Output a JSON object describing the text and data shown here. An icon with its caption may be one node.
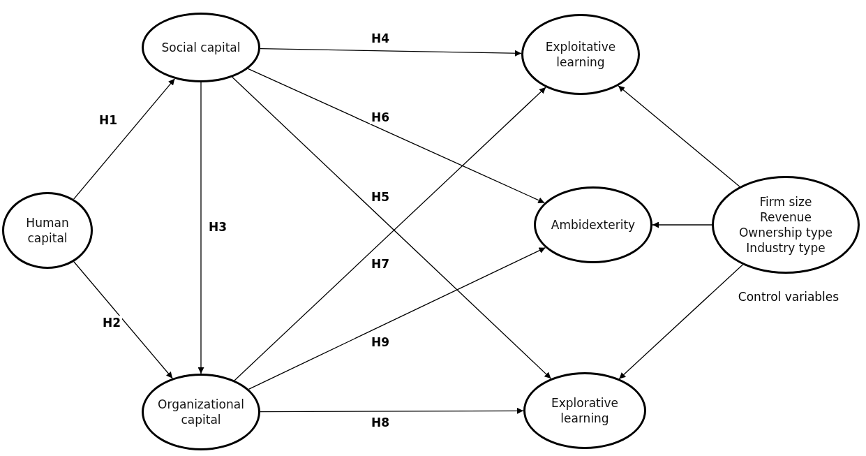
{
  "diagram": {
    "nodes": [
      {
        "text": [
          "Human capital"
        ]
      },
      {
        "text": [
          "Social capital"
        ]
      },
      {
        "text": [
          "Organizational capital"
        ]
      },
      {
        "text": [
          "Exploitative learning"
        ]
      },
      {
        "text": [
          "Ambidexterity"
        ]
      },
      {
        "text": [
          "Explorative learning"
        ]
      },
      {
        "text": [
          "Firm size",
          "Revenue",
          "Ownership type",
          "Industry type"
        ],
        "beside": [
          "Control variables"
        ]
      }
    ],
    "edges": [
      {
        "from": 0,
        "to": 1,
        "arrow": "to",
        "label": "H1"
      },
      {
        "from": 0,
        "to": 2,
        "arrow": "to",
        "label": "H2"
      },
      {
        "from": 1,
        "to": 2,
        "arrow": "to",
        "label": "H3"
      },
      {
        "from": 1,
        "to": 3,
        "arrow": "to",
        "label": "H4"
      },
      {
        "from": 1,
        "to": 5,
        "arrow": "to",
        "label": "H5"
      },
      {
        "from": 1,
        "to": 4,
        "arrow": "to",
        "label": "H6"
      },
      {
        "from": 2,
        "to": 3,
        "arrow": "to",
        "label": "H7"
      },
      {
        "from": 2,
        "to": 5,
        "arrow": "to",
        "label": "H8"
      },
      {
        "from": 2,
        "to": 4,
        "arrow": "to",
        "label": "H9"
      },
      {
        "from": 6,
        "to": 3,
        "arrow": "to"
      },
      {
        "from": 6,
        "to": 4,
        "arrow": "to"
      },
      {
        "from": 6,
        "to": 5,
        "arrow": "to"
      }
    ]
  }
}
